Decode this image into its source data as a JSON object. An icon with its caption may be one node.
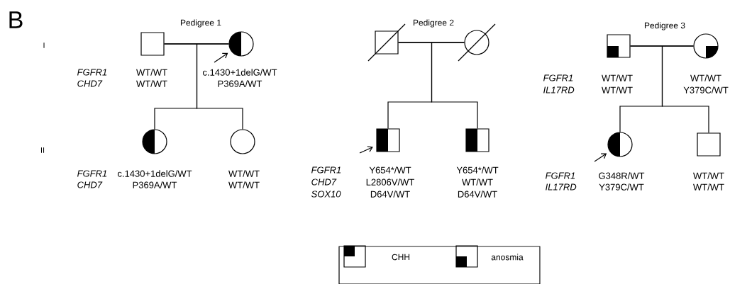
{
  "diagram": {
    "nodes": [
      {
        "text": [],
        "shape": "box",
        "beside": [
          "WT/WT",
          "WT/WT"
        ]
      },
      {
        "text": [],
        "shape": "circle",
        "beside": [
          "c.1430+1delG/WT",
          "P369A/WT"
        ]
      },
      {
        "text": [],
        "shape": "circle",
        "beside": [
          "c.1430+1delG/WT",
          "P369A/WT"
        ]
      },
      {
        "text": [],
        "shape": "circle",
        "beside": [
          "WT/WT",
          "WT/WT"
        ]
      },
      {
        "text": [],
        "shape": "box"
      },
      {
        "text": [],
        "shape": "circle"
      },
      {
        "text": [],
        "shape": "box",
        "beside": [
          "Y654*/WT",
          "L2806V/WT",
          "D64V/WT"
        ]
      },
      {
        "text": [],
        "shape": "box",
        "beside": [
          "Y654*/WT",
          "WT/WT",
          "D64V/WT"
        ]
      },
      {
        "text": [],
        "shape": "box",
        "beside": [
          "WT/WT",
          "WT/WT"
        ]
      },
      {
        "text": [],
        "shape": "circle",
        "beside": [
          "WT/WT",
          "Y379C/WT"
        ]
      },
      {
        "text": [],
        "shape": "circle",
        "beside": [
          "G348R/WT",
          "Y379C/WT"
        ]
      },
      {
        "text": [],
        "shape": "box",
        "beside": [
          "WT/WT",
          "WT/WT"
        ]
      }
    ],
    "edges": [
      {
        "from": 0,
        "to": 1,
        "arrow": "none"
      },
      {
        "from": 0,
        "to": 2,
        "arrow": "none"
      },
      {
        "from": 1,
        "to": 2,
        "arrow": "none"
      },
      {
        "from": 0,
        "to": 3,
        "arrow": "none"
      },
      {
        "from": 1,
        "to": 3,
        "arrow": "none"
      },
      {
        "from": null,
        "to": 1,
        "arrow": "to"
      },
      {
        "from": 4,
        "to": 5,
        "arrow": "none"
      },
      {
        "from": 4,
        "to": 6,
        "arrow": "none"
      },
      {
        "from": 5,
        "to": 6,
        "arrow": "none"
      },
      {
        "from": 4,
        "to": 7,
        "arrow": "none"
      },
      {
        "from": 5,
        "to": 7,
        "arrow": "none"
      },
      {
        "from": null,
        "to": 6,
        "arrow": "to"
      },
      {
        "from": 8,
        "to": 9,
        "arrow": "none"
      },
      {
        "from": 8,
        "to": 10,
        "arrow": "none"
      },
      {
        "from": 9,
        "to": 10,
        "arrow": "none"
      },
      {
        "from": 8,
        "to": 11,
        "arrow": "none"
      },
      {
        "from": 9,
        "to": 11,
        "arrow": "none"
      },
      {
        "from": null,
        "to": 10,
        "arrow": "to"
      }
    ],
    "labels": [
      "B",
      "I",
      "II",
      "Pedigree  1",
      "FGFR1",
      "CHD7",
      "FGFR1",
      "CHD7",
      "Pedigree  2",
      "FGFR1",
      "CHD7",
      "SOX10",
      "Pedigree  3",
      "FGFR1",
      "IL17RD",
      "FGFR1",
      "IL17RD"
    ],
    "legend": [
      {
        "text": "CHH"
      },
      {
        "text": "anosmia"
      }
    ]
  }
}
